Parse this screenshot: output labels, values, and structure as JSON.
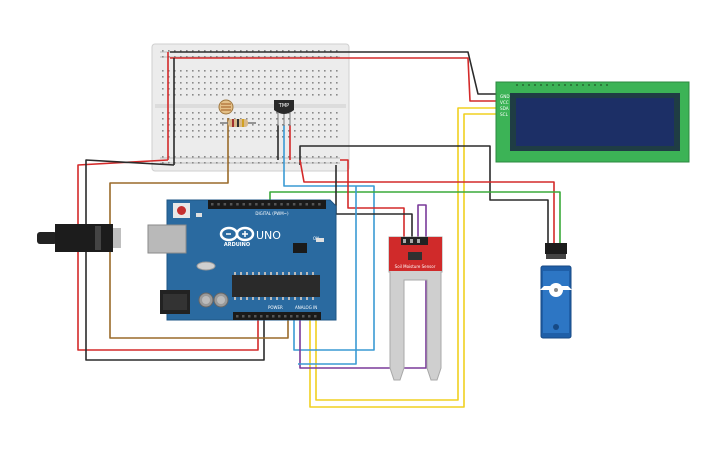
{
  "arduino": {
    "logo_text": "ARDUINO",
    "model": "UNO",
    "digital_header": "DIGITAL (PWM~)",
    "power_header": "POWER",
    "analog_header": "ANALOG IN",
    "on_label": "ON"
  },
  "temp_sensor": {
    "label": "TMP"
  },
  "lcd": {
    "pins": [
      "GND",
      "VCC",
      "SDA",
      "SCL"
    ]
  },
  "soil_sensor": {
    "label": "Soil Moisture Sensor"
  },
  "wire_colors": {
    "red": "#d42a2a",
    "black": "#2b2b2b",
    "yellow": "#f0d020",
    "green": "#3aaa3a",
    "blue": "#3a9ad4",
    "purple": "#7a3a9a",
    "brown": "#9a6a2a"
  }
}
